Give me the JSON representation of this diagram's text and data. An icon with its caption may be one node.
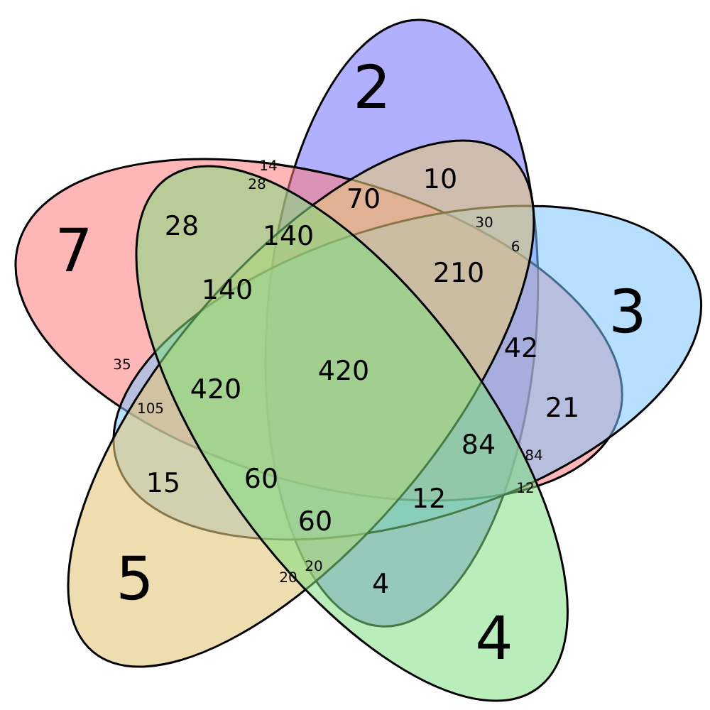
{
  "diagram": {
    "nodes": [
      {
        "text": [
          "2"
        ]
      },
      {
        "text": [
          "7"
        ]
      },
      {
        "text": [
          "3"
        ]
      },
      {
        "text": [
          "5"
        ]
      },
      {
        "text": [
          "4"
        ]
      }
    ],
    "labels": [
      "14",
      "28",
      "10",
      "70",
      "28",
      "140",
      "30",
      "6",
      "140",
      "210",
      "35",
      "420",
      "42",
      "420",
      "105",
      "21",
      "84",
      "84",
      "15",
      "60",
      "12",
      "12",
      "60",
      "20",
      "20",
      "4"
    ]
  }
}
